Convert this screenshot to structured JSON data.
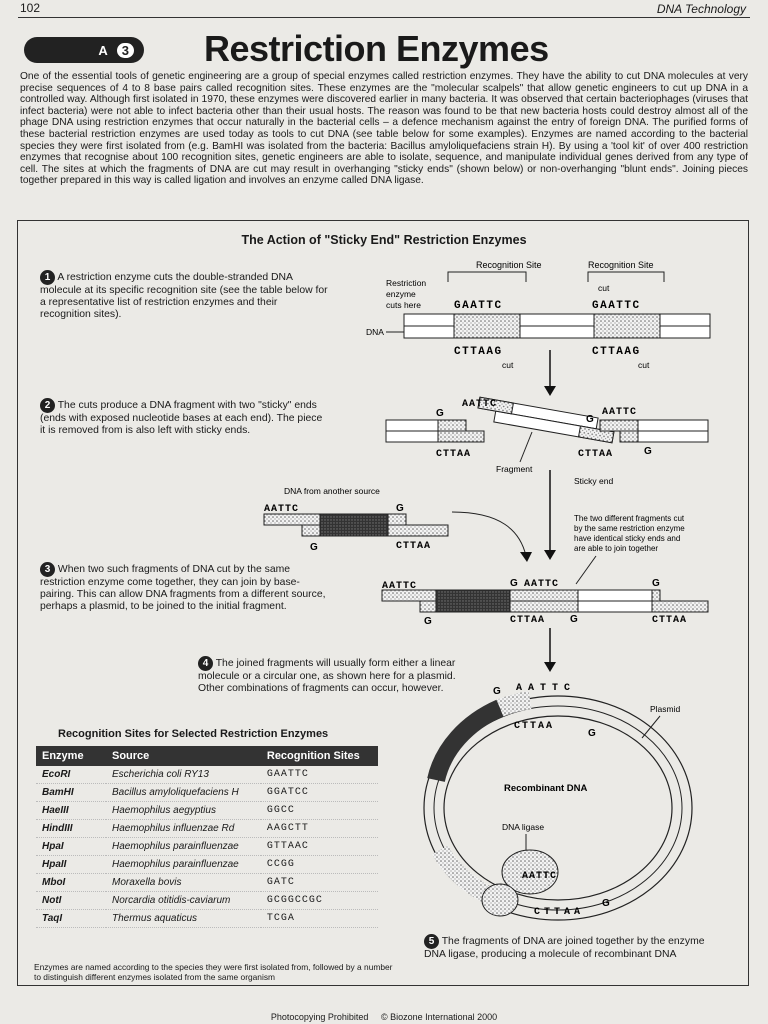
{
  "header": {
    "page_number": "102",
    "running_title": "DNA Technology"
  },
  "badge": {
    "label": "A",
    "code": "3"
  },
  "title": "Restriction Enzymes",
  "intro": "One of the essential tools of genetic engineering are a group of special enzymes called restriction enzymes. They have the ability to cut DNA molecules at very precise sequences of 4 to 8 base pairs called recognition sites. These enzymes are the \"molecular scalpels\" that allow genetic engineers to cut up DNA in a controlled way. Although first isolated in 1970, these enzymes were discovered earlier in many bacteria. It was observed that certain bacteriophages (viruses that infect bacteria) were not able to infect bacteria other than their usual hosts. The reason was found to be that new bacteria hosts could destroy almost all of the phage DNA using restriction enzymes that occur naturally in the bacterial cells – a defence mechanism against the entry of foreign DNA. The purified forms of these bacterial restriction enzymes are used today as tools to cut DNA (see table below for some examples). Enzymes are named according to the bacterial species they were first isolated from (e.g. BamHI was isolated from the bacteria: Bacillus amyloliquefaciens strain H). By using a 'tool kit' of over 400 restriction enzymes that recognise about 100 recognition sites, genetic engineers are able to isolate, sequence, and manipulate individual genes derived from any type of cell. The sites at which the fragments of DNA are cut may result in overhanging \"sticky ends\" (shown below) or non-overhanging \"blunt ends\". Joining pieces together prepared in this way is called ligation and involves an enzyme called DNA ligase.",
  "figure": {
    "title": "The Action of \"Sticky End\" Restriction Enzymes",
    "steps": [
      {
        "num": "1",
        "text": "A restriction enzyme cuts the double-stranded DNA molecule at its specific recognition site (see the table below for a representative list of restriction enzymes and their recognition sites)."
      },
      {
        "num": "2",
        "text": "The cuts produce a DNA fragment with two \"sticky\" ends (ends with exposed nucleotide bases at each end). The piece it is removed from is also left with sticky ends."
      },
      {
        "num": "3",
        "text": "When two such fragments of DNA cut by the same restriction enzyme come together, they can join by base-pairing. This can allow DNA fragments from a different source, perhaps a plasmid, to be joined to the initial fragment."
      },
      {
        "num": "4",
        "text": "The joined fragments will usually form either a linear molecule or a circular one, as shown here for a plasmid. Other combinations of fragments can occur, however."
      },
      {
        "num": "5",
        "text": "The fragments of DNA are joined together by the enzyme DNA ligase, producing a molecule of recombinant DNA"
      }
    ],
    "labels": {
      "recognition_site": "Recognition Site",
      "restriction_enzyme_cuts": [
        "Restriction",
        "enzyme",
        "cuts here"
      ],
      "cut": "cut",
      "dna": "DNA",
      "fragment": "Fragment",
      "sticky_end": "Sticky end",
      "dna_other_source": "DNA from another source",
      "two_fragments_note": [
        "The two different fragments cut",
        "by the same restriction enzyme",
        "have identical sticky ends and",
        "are able to join together"
      ],
      "plasmid": "Plasmid",
      "recombinant_dna": "Recombinant DNA",
      "dna_ligase": "DNA ligase",
      "seq_top": "GAATTC",
      "seq_bottom": "CTTAAG",
      "aattc": "AATTC",
      "cttaa": "CTTAA",
      "g": "G"
    }
  },
  "table": {
    "title": "Recognition Sites for Selected Restriction Enzymes",
    "columns": [
      "Enzyme",
      "Source",
      "Recognition Sites"
    ],
    "rows": [
      [
        "EcoRI",
        "Escherichia coli RY13",
        "GAATTC"
      ],
      [
        "BamHI",
        "Bacillus amyloliquefaciens H",
        "GGATCC"
      ],
      [
        "HaeIII",
        "Haemophilus aegyptius",
        "GGCC"
      ],
      [
        "HindIII",
        "Haemophilus influenzae Rd",
        "AAGCTT"
      ],
      [
        "HpaI",
        "Haemophilus parainfluenzae",
        "GTTAAC"
      ],
      [
        "HpaII",
        "Haemophilus parainfluenzae",
        "CCGG"
      ],
      [
        "MboI",
        "Moraxella bovis",
        "GATC"
      ],
      [
        "NotI",
        "Norcardia otitidis-caviarum",
        "GCGGCCGC"
      ],
      [
        "TaqI",
        "Thermus aquaticus",
        "TCGA"
      ]
    ],
    "note": "Enzymes are named according to the species they were first isolated from, followed by a number to distinguish different enzymes isolated from the same organism"
  },
  "footer": {
    "left": "Photocopying Prohibited",
    "right": "© Biozone International 2000"
  }
}
